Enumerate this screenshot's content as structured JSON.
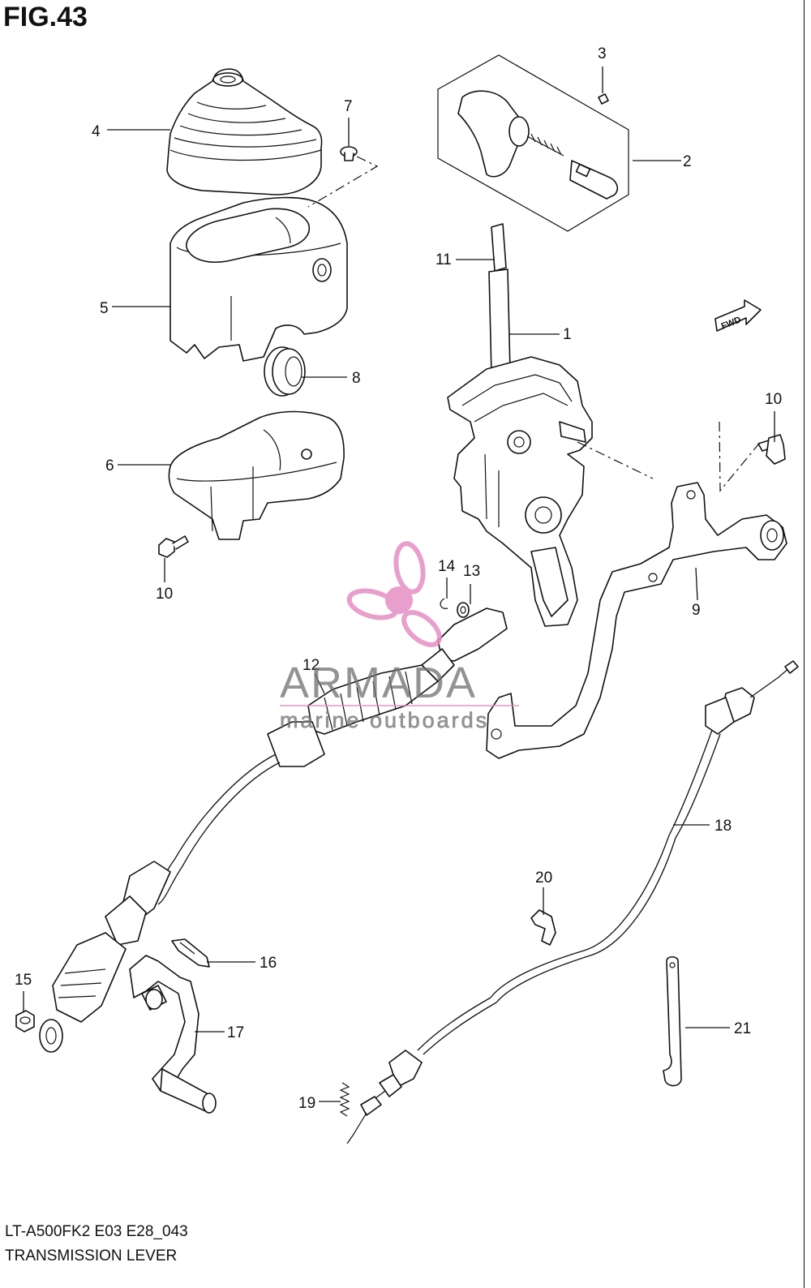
{
  "figure": {
    "title": "FIG.43",
    "model_code": "LT-A500FK2 E03 E28_043",
    "caption": "TRANSMISSION LEVER"
  },
  "fwd_marker": "FWD",
  "watermark": {
    "brand": "ARMADA",
    "tagline": "marine outboards",
    "logo_color": "#e58fc4"
  },
  "callouts": [
    {
      "id": "1",
      "label": "1"
    },
    {
      "id": "2",
      "label": "2"
    },
    {
      "id": "3",
      "label": "3"
    },
    {
      "id": "4",
      "label": "4"
    },
    {
      "id": "5",
      "label": "5"
    },
    {
      "id": "6",
      "label": "6"
    },
    {
      "id": "7",
      "label": "7"
    },
    {
      "id": "8",
      "label": "8"
    },
    {
      "id": "9",
      "label": "9"
    },
    {
      "id": "10a",
      "label": "10"
    },
    {
      "id": "10b",
      "label": "10"
    },
    {
      "id": "11",
      "label": "11"
    },
    {
      "id": "12",
      "label": "12"
    },
    {
      "id": "13",
      "label": "13"
    },
    {
      "id": "14",
      "label": "14"
    },
    {
      "id": "15",
      "label": "15"
    },
    {
      "id": "16",
      "label": "16"
    },
    {
      "id": "17",
      "label": "17"
    },
    {
      "id": "18",
      "label": "18"
    },
    {
      "id": "19",
      "label": "19"
    },
    {
      "id": "20",
      "label": "20"
    },
    {
      "id": "21",
      "label": "21"
    }
  ]
}
